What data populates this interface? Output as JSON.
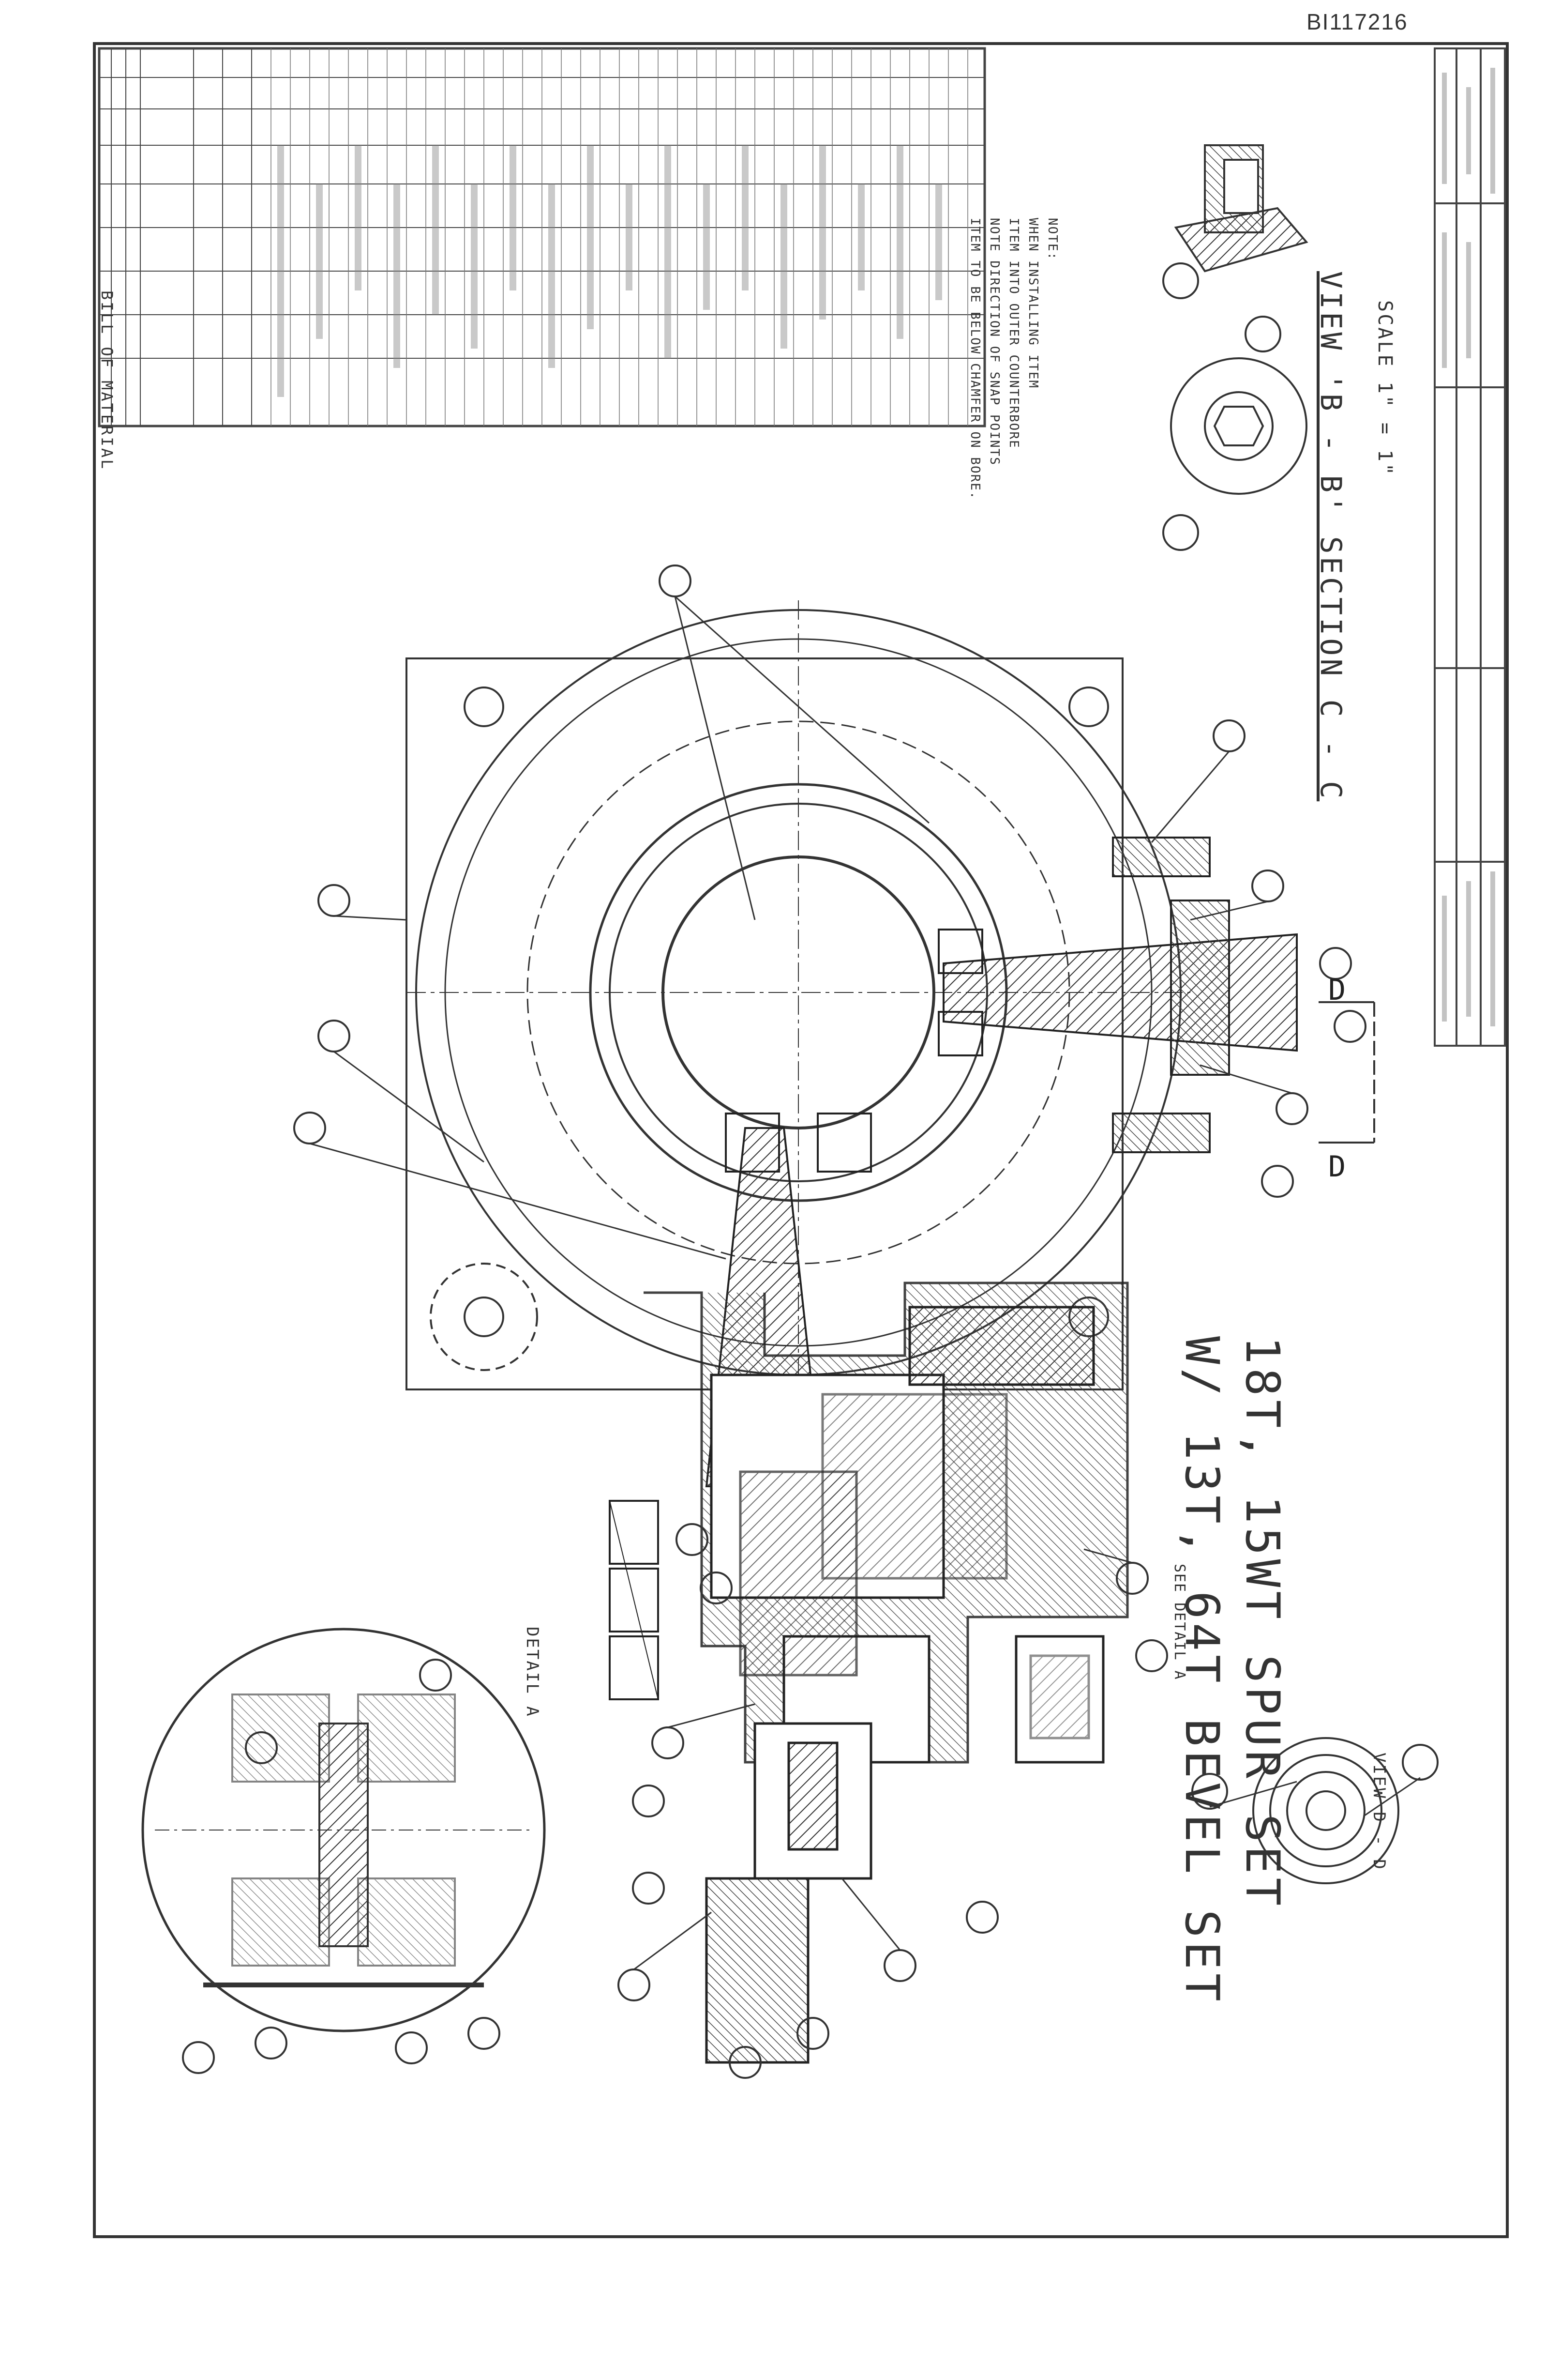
{
  "drawing": {
    "number": "BI117216",
    "title_line1": "18T, 15WT SPUR SET",
    "title_line2": "W/ 13T, 64T BEVEL SET",
    "view_bb": "VIEW 'B - B'   SECTION C - C",
    "scale": "SCALE 1\" = 1\"",
    "view_dd": "VIEW D - D",
    "detail_a": "DETAIL A",
    "see_detail_a": "SEE DETAIL A",
    "section_marker": "D",
    "bom_title": "BILL OF MATERIAL",
    "note": [
      "NOTE:",
      "WHEN INSTALLING ITEM",
      "ITEM     INTO OUTER COUNTERBORE",
      "NOTE DIRECTION OF SNAP POINTS",
      "ITEM     TO BE BELOW CHAMFER ON BORE."
    ]
  }
}
